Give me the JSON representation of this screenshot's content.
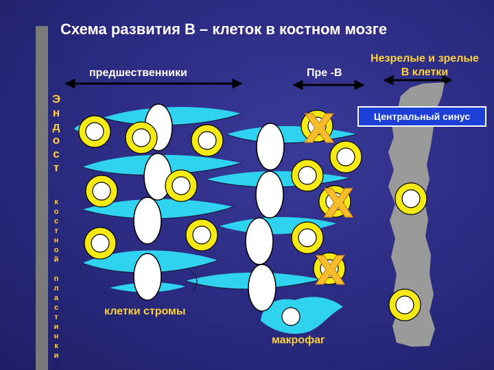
{
  "title": "Схема развития В – клеток в костном мозге",
  "labels": {
    "precursors": "предшественники",
    "pre_b": "Пре -В",
    "immature_mature_line1": "Незрелые и зрелые",
    "immature_mature_line2": "В клетки",
    "central_sinus": "Центральный синус",
    "stroma_cells": "клетки стромы",
    "macrophage": "макрофаг"
  },
  "endosteum": {
    "big_letters": [
      "Э",
      "н",
      "д",
      "о",
      "с",
      "т"
    ],
    "small_letters": [
      "к",
      "о",
      "с",
      "т",
      "н",
      "о",
      "й",
      "",
      "п",
      "л",
      "а",
      "с",
      "т",
      "и",
      "н",
      "к",
      "и"
    ]
  },
  "apoptosis_marks": [
    "X",
    "X",
    "X"
  ],
  "colors": {
    "background": "#2a2a80",
    "stroma": "#2fd3f0",
    "b_cell_ring": "#f5ea16",
    "label_yellow": "#ffd23a",
    "sinus_gray": "#9a9a9a",
    "sinus_box": "#1c3fd8",
    "x_mark": "#f7bd2a"
  }
}
